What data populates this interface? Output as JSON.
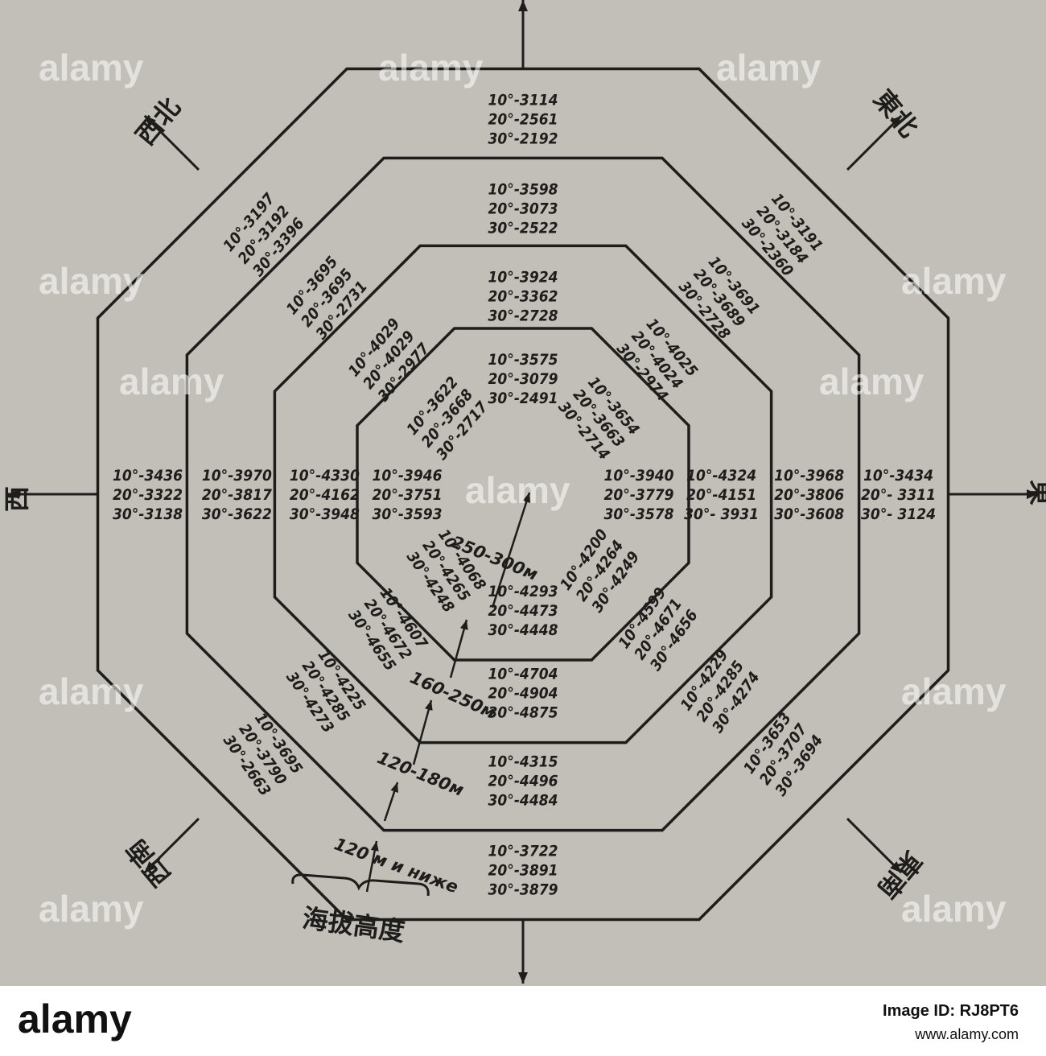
{
  "directions": {
    "north_west": "西北",
    "north_east": "東北",
    "west": "西",
    "east": "東",
    "south_west": "西南",
    "south_east": "東南"
  },
  "legend_label": "海拔高度",
  "rings": [
    {
      "altitude": "120 м и ниже",
      "N": [
        "10°-3114",
        "20°-2561",
        "30°-2192"
      ],
      "NE": [
        "10°-3191",
        "20°-3184",
        "30°-2360"
      ],
      "E": [
        "10°-3434",
        "20°- 3311",
        "30°- 3124"
      ],
      "SE": [
        "10°-3653",
        "20°-3707",
        "30°-3694"
      ],
      "S": [
        "10°-3722",
        "20°-3891",
        "30°-3879"
      ],
      "SW": [
        "10°-3695",
        "20°-3790",
        "30°-2663"
      ],
      "W": [
        "10°-3436",
        "20°-3322",
        "30°-3138"
      ],
      "NW": [
        "10°-3197",
        "20°-3192",
        "30°-3396"
      ]
    },
    {
      "altitude": "120-180м",
      "N": [
        "10°-3598",
        "20°-3073",
        "30°-2522"
      ],
      "NE": [
        "10°-3691",
        "20°-3689",
        "30°-2728"
      ],
      "E": [
        "10°-3968",
        "20°-3806",
        "30°-3608"
      ],
      "SE": [
        "10°-4229",
        "20°-4285",
        "30°-4274"
      ],
      "S": [
        "10°-4315",
        "20°-4496",
        "30°-4484"
      ],
      "SW": [
        "10°-4225",
        "20°-4285",
        "30°-4273"
      ],
      "W": [
        "10°-3970",
        "20°-3817",
        "30°-3622"
      ],
      "NW": [
        "10°-3695",
        "20°-3695",
        "30°-2731"
      ]
    },
    {
      "altitude": "160-250м",
      "N": [
        "10°-3924",
        "20°-3362",
        "30°-2728"
      ],
      "NE": [
        "10°-4025",
        "20°-4024",
        "30°-2974"
      ],
      "E": [
        "10°-4324",
        "20°-4151",
        "30°- 3931"
      ],
      "SE": [
        "10°-4599",
        "20°-4671",
        "30°-4656"
      ],
      "S": [
        "10°-4704",
        "20°-4904",
        "30°-4875"
      ],
      "SW": [
        "10°-4607",
        "20°-4672",
        "30°-4655"
      ],
      "W": [
        "10°-4330",
        "20°-4162",
        "30°-3948"
      ],
      "NW": [
        "10°-4029",
        "20°-4029",
        "30°-2977"
      ]
    },
    {
      "altitude": "250-300м",
      "N": [
        "10°-3575",
        "20°-3079",
        "30°-2491"
      ],
      "NE": [
        "10°-3654",
        "20°-3663",
        "30°-2714"
      ],
      "E": [
        "10°-3940",
        "20°-3779",
        "30°-3578"
      ],
      "SE": [
        "10°-4200",
        "20°-4264",
        "30°-4249"
      ],
      "S": [
        "10°-4293",
        "20°-4473",
        "30°-4448"
      ],
      "SW": [
        "10°-4068",
        "20°-4265",
        "30°-4248"
      ],
      "W": [
        "10°-3946",
        "20°-3751",
        "30°-3593"
      ],
      "NW": [
        "10°-3622",
        "20°-3668",
        "30°-2717"
      ]
    }
  ],
  "watermark": "alamy",
  "footer": {
    "logo": "alamy",
    "image_id": "Image ID: RJ8PT6",
    "url": "www.alamy.com"
  }
}
